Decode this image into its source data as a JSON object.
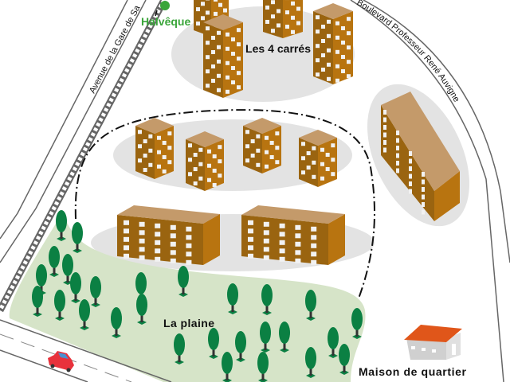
{
  "labels": {
    "station": "Halvêque",
    "cluster_top": "Les 4 carrés",
    "park": "La plaine",
    "community_house": "Maison de quartier"
  },
  "roads": {
    "left": "Avenue de la Gare de Sa",
    "right": "Boulevard Professeur René Auvigne"
  },
  "colors": {
    "station": "#3aa53a",
    "park": "#d6e4c8",
    "tree": "#0b8043",
    "building_top": "#c49a6a",
    "building_left": "#9a6410",
    "building_right": "#b87410",
    "roof": "#e0561a",
    "car": "#e8323c",
    "plot": "#e3e3e3"
  }
}
